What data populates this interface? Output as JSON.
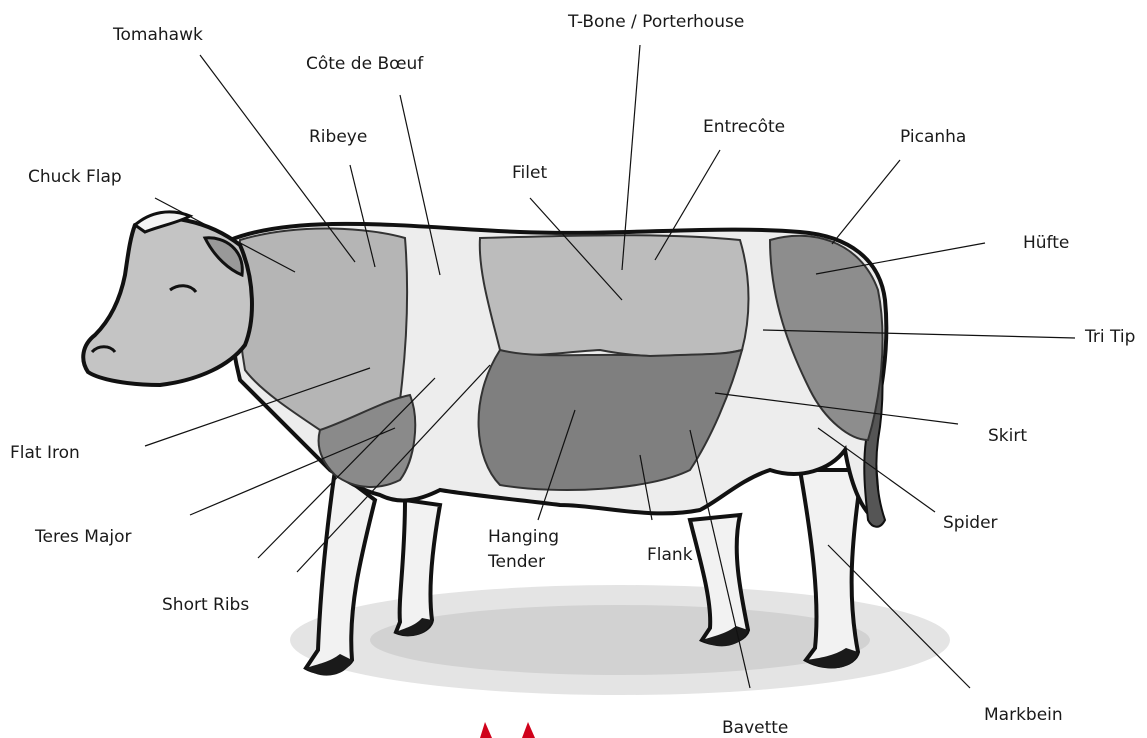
{
  "diagram": {
    "labels": {
      "tomahawk": "Tomahawk",
      "t_bone": "T-Bone / Porterhouse",
      "cote_de_boeuf": "Côte de Bœuf",
      "ribeye": "Ribeye",
      "entrecote": "Entrecôte",
      "picanha": "Picanha",
      "chuck_flap": "Chuck Flap",
      "filet": "Filet",
      "huefte": "Hüfte",
      "tri_tip": "Tri Tip",
      "flat_iron": "Flat Iron",
      "skirt": "Skirt",
      "teres_major": "Teres Major",
      "spider": "Spider",
      "hanging_tender_1": "Hanging",
      "hanging_tender_2": "Tender",
      "flank": "Flank",
      "short_ribs": "Short Ribs",
      "markbein": "Markbein",
      "bavette": "Bavette"
    },
    "colors": {
      "cut_dark": "#7a7a7a",
      "cut_mid": "#a8a8a8",
      "cut_light": "#c9c9c9",
      "outline": "#111111",
      "logo_red": "#d0021b"
    }
  }
}
